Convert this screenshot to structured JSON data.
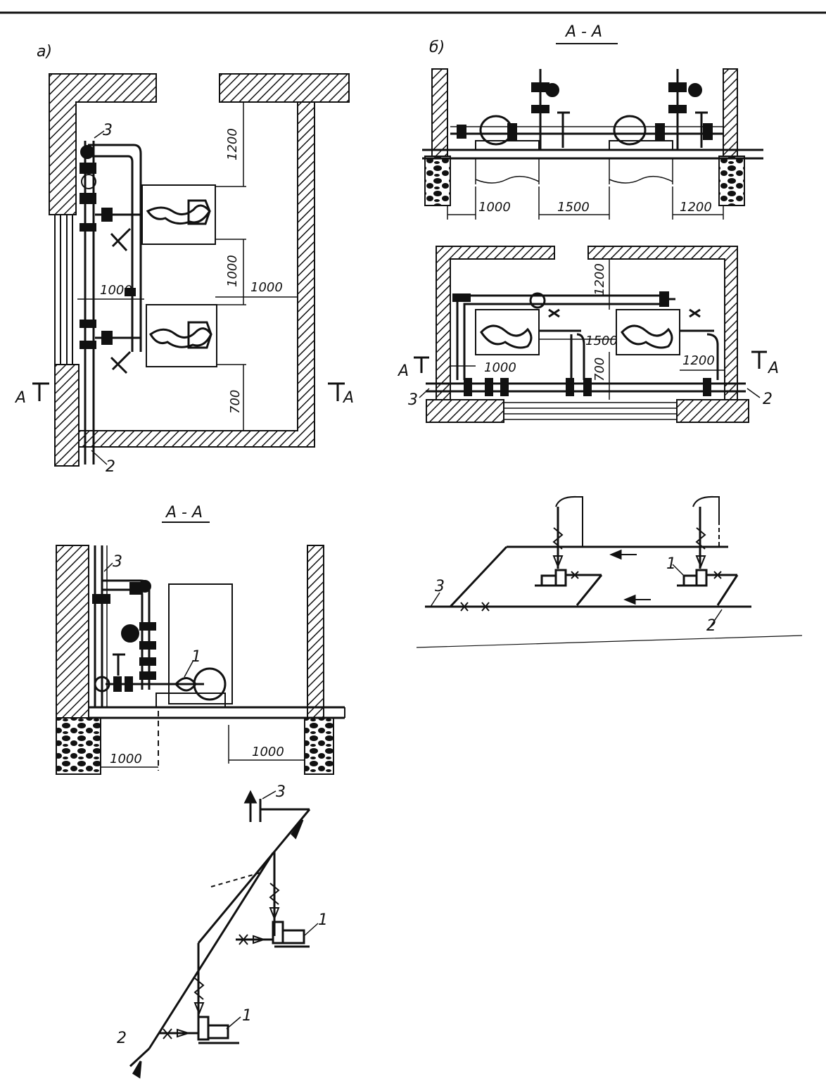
{
  "panel_a": {
    "label": "а)",
    "plan": {
      "dims": [
        "1200",
        "1000",
        "1000",
        "1000",
        "700"
      ],
      "callouts": [
        "3",
        "2"
      ],
      "section_marks": [
        "А",
        "А"
      ]
    },
    "section_title": "А - А",
    "section": {
      "dims": [
        "1000",
        "1000"
      ],
      "callouts": [
        "3",
        "1"
      ]
    },
    "scheme": {
      "callouts": [
        "3",
        "1",
        "1",
        "2"
      ]
    }
  },
  "panel_b": {
    "label": "б)",
    "section_title": "А - А",
    "section": {
      "dims": [
        "1000",
        "1500",
        "1200"
      ]
    },
    "plan": {
      "dims": [
        "1200",
        "1500",
        "1000",
        "700",
        "1200"
      ],
      "callouts": [
        "3",
        "2"
      ],
      "section_marks": [
        "А",
        "А"
      ]
    },
    "scheme": {
      "callouts": [
        "1",
        "3",
        "2"
      ]
    }
  },
  "colors": {
    "ink": "#111111",
    "paper": "#ffffff"
  }
}
